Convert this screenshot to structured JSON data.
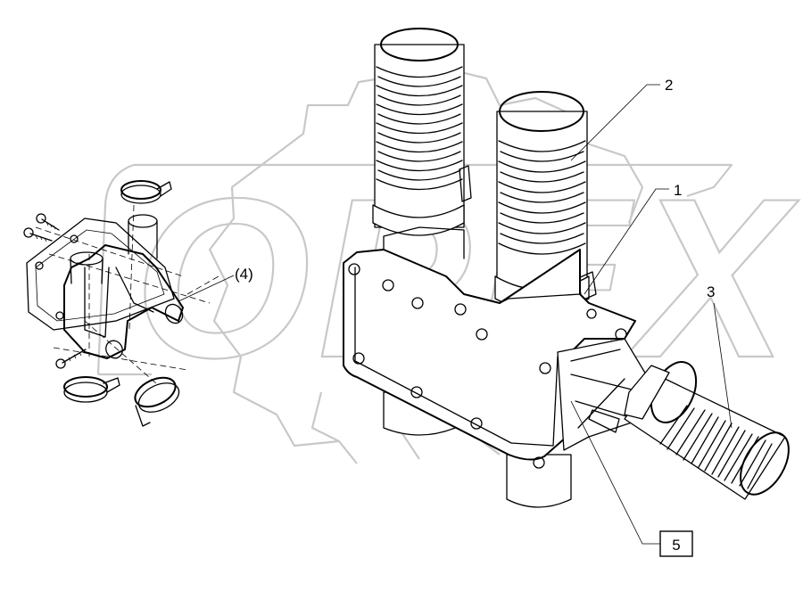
{
  "callouts": {
    "c1": "1",
    "c2": "2",
    "c3": "3",
    "c4": "(4)",
    "c5": "5"
  },
  "watermark": {
    "text": "OPEX",
    "color": "#c8c8c8"
  },
  "colors": {
    "line": "#000000",
    "background": "#ffffff"
  }
}
